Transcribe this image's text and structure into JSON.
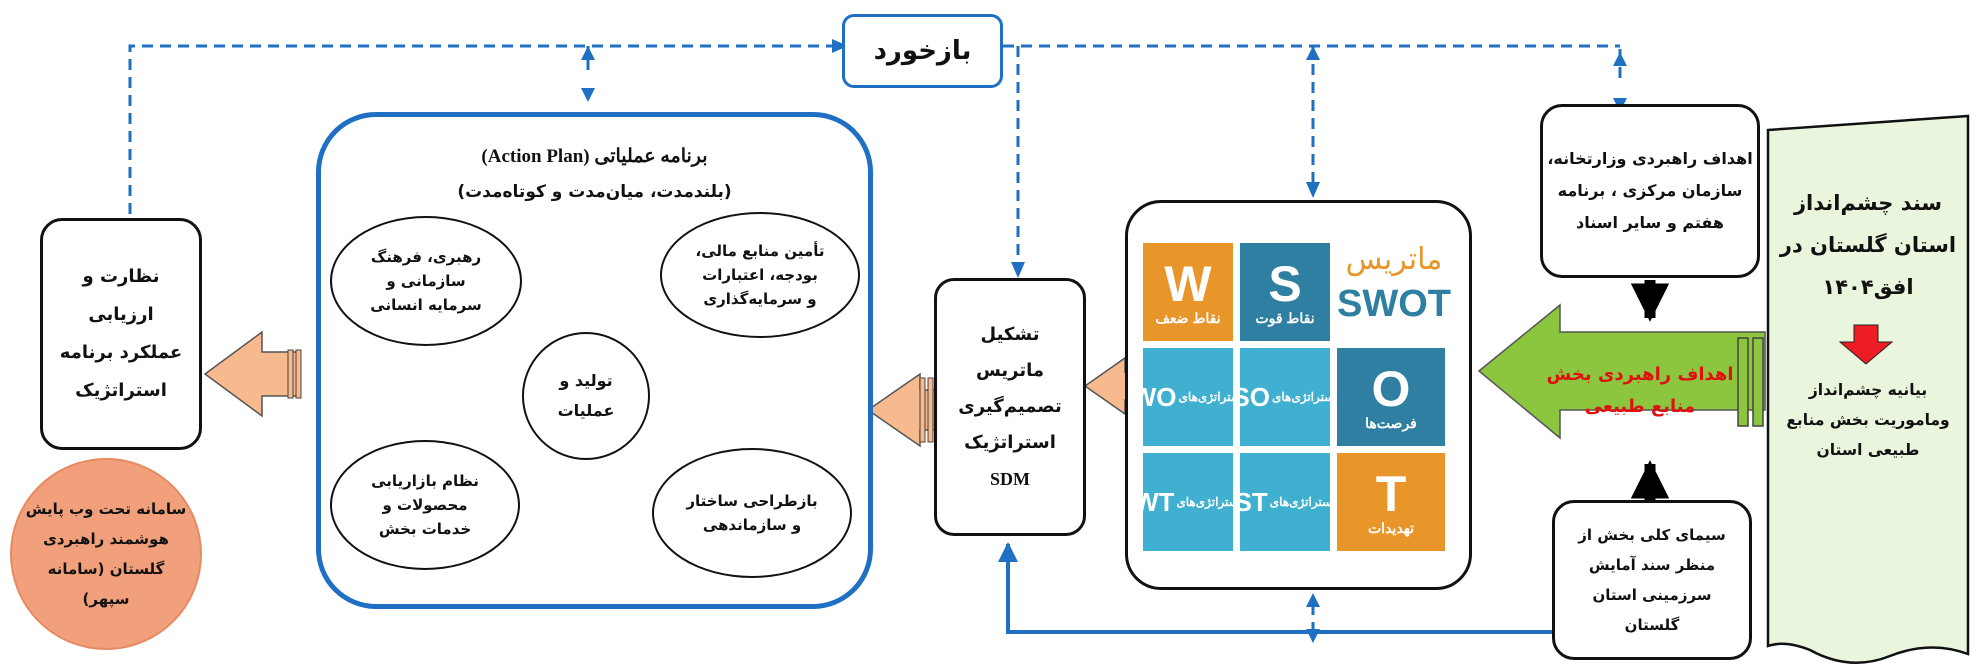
{
  "feedback_label": "بازخورد",
  "vision_doc": [
    "سند چشم‌انداز",
    "استان گلستان در",
    "افق۱۴۰۴"
  ],
  "vision_statement": [
    "بیانیه چشم‌انداز",
    "وماموریت بخش منابع",
    "طبیعی استان"
  ],
  "ministry_goals": [
    "اهداف راهبردی وزارتخانه،",
    "سازمان مرکزی ، برنامه",
    "هفتم و سایر اسناد"
  ],
  "sector_goals": [
    "اهداف راهبردی بخش",
    "منابع طبیعی"
  ],
  "land_plan": [
    "سیمای کلی بخش از",
    "منظر سند آمایش",
    "سرزمینی استان",
    "گلستان"
  ],
  "swot": {
    "title_top": "ماتریس",
    "title_bottom": "SWOT",
    "tiles": [
      {
        "letter": "W",
        "label": "نقاط ضعف",
        "color": "#e8962a"
      },
      {
        "letter": "S",
        "label": "نقاط قوت",
        "color": "#2e7fa1"
      },
      {
        "letter": "O",
        "label": "فرصت‌ها",
        "color": "#2e7fa1"
      },
      {
        "letter": "T",
        "label": "تهدیدات",
        "color": "#e8962a"
      },
      {
        "prefix": "استراتژی‌های",
        "abbr": "WO",
        "color": "#3fb0cf"
      },
      {
        "prefix": "استراتژی‌های",
        "abbr": "SO",
        "color": "#3fb0cf"
      },
      {
        "prefix": "استراتژی‌های",
        "abbr": "WT",
        "color": "#3fb0cf"
      },
      {
        "prefix": "استراتژی‌های",
        "abbr": "ST",
        "color": "#3fb0cf"
      }
    ]
  },
  "sdm": [
    "تشکیل",
    "ماتریس",
    "تصمیم‌گیری",
    "استراتژیک",
    "SDM"
  ],
  "action_plan": {
    "title": "برنامه عملیاتی (Action Plan)",
    "subtitle": "(بلندمدت، میان‌مدت و کوتاه‌مدت)",
    "finance": [
      "تأمین منابع مالی،",
      "بودجه، اعتبارات",
      "و سرمایه‌گذاری"
    ],
    "leadership": [
      "رهبری، فرهنگ",
      "سازمانی و",
      "سرمایه انسانی"
    ],
    "production": [
      "تولید و",
      "عملیات"
    ],
    "marketing": [
      "نظام بازاریابی",
      "محصولات و",
      "خدمات بخش"
    ],
    "restructure": [
      "بازطراحی ساختار",
      "و سازماندهی"
    ]
  },
  "monitoring": [
    "نظارت و",
    "ارزیابی",
    "عملکرد برنامه",
    "استراتژیک"
  ],
  "sepehr": [
    "سامانه تحت وب پایش",
    "هوشمند راهبردی",
    "گلستان (سامانه",
    "سپهر)"
  ],
  "colors": {
    "dash_blue": "#1f6fc2",
    "action_border": "#1f6fc2",
    "sector_green": "#8cc63f",
    "sector_text": "#e01010",
    "salmon_arrow": "#f7b98e",
    "sepehr_fill": "#f2a07b",
    "vision_fill": "#eaf5dd",
    "red_arrow": "#ee1c24",
    "inner_arrow": "#4a72c4"
  }
}
